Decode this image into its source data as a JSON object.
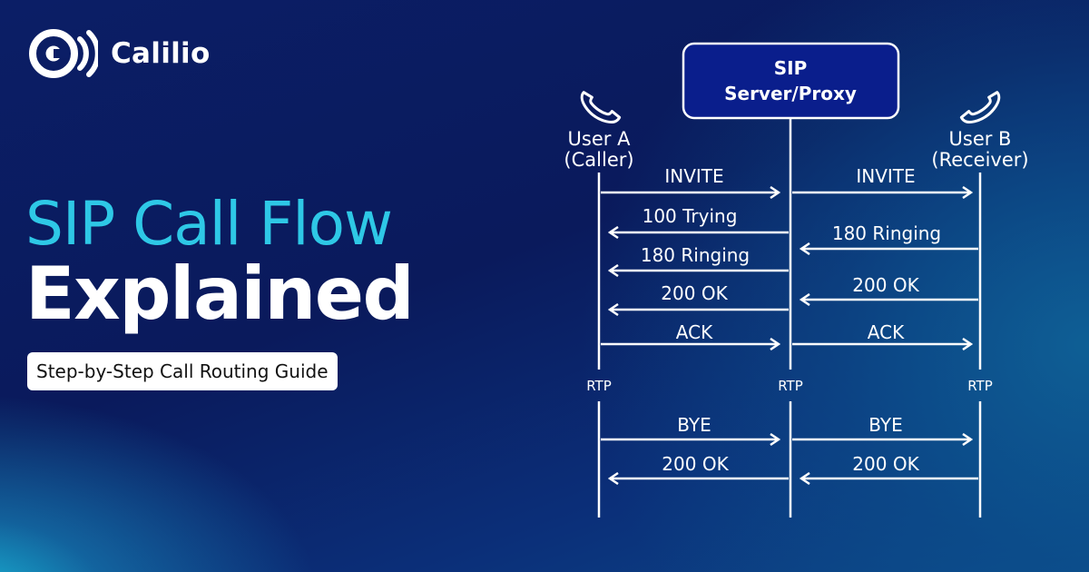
{
  "brand": {
    "name": "Calilio",
    "logo_icon": "calilio-logo-icon"
  },
  "headline": {
    "line1": "SIP Call Flow",
    "line2": "Explained"
  },
  "subtitle": "Step-by-Step Call Routing Guide",
  "colors": {
    "accent": "#2ec8e6",
    "server_box": "#0a1e8c",
    "lines": "#ffffff"
  },
  "diagram": {
    "participants": {
      "user_a": {
        "line1": "User A",
        "line2": "(Caller)",
        "icon": "phone-icon"
      },
      "server": {
        "line1": "SIP",
        "line2": "Server/Proxy"
      },
      "user_b": {
        "line1": "User B",
        "line2": "(Receiver)",
        "icon": "phone-icon"
      }
    },
    "messages": [
      {
        "label": "INVITE",
        "from": "user_a",
        "to": "server"
      },
      {
        "label": "INVITE",
        "from": "server",
        "to": "user_b"
      },
      {
        "label": "100 Trying",
        "from": "server",
        "to": "user_a"
      },
      {
        "label": "180 Ringing",
        "from": "user_b",
        "to": "server"
      },
      {
        "label": "180 Ringing",
        "from": "server",
        "to": "user_a"
      },
      {
        "label": "200 OK",
        "from": "user_b",
        "to": "server"
      },
      {
        "label": "200 OK",
        "from": "server",
        "to": "user_a"
      },
      {
        "label": "ACK",
        "from": "user_a",
        "to": "server"
      },
      {
        "label": "ACK",
        "from": "server",
        "to": "user_b"
      },
      {
        "label": "BYE",
        "from": "user_a",
        "to": "server"
      },
      {
        "label": "BYE",
        "from": "server",
        "to": "user_b"
      },
      {
        "label": "200 OK",
        "from": "server",
        "to": "user_a"
      },
      {
        "label": "200 OK",
        "from": "user_b",
        "to": "server"
      }
    ],
    "media": {
      "user_a": "RTP",
      "server": "RTP",
      "user_b": "RTP"
    }
  }
}
